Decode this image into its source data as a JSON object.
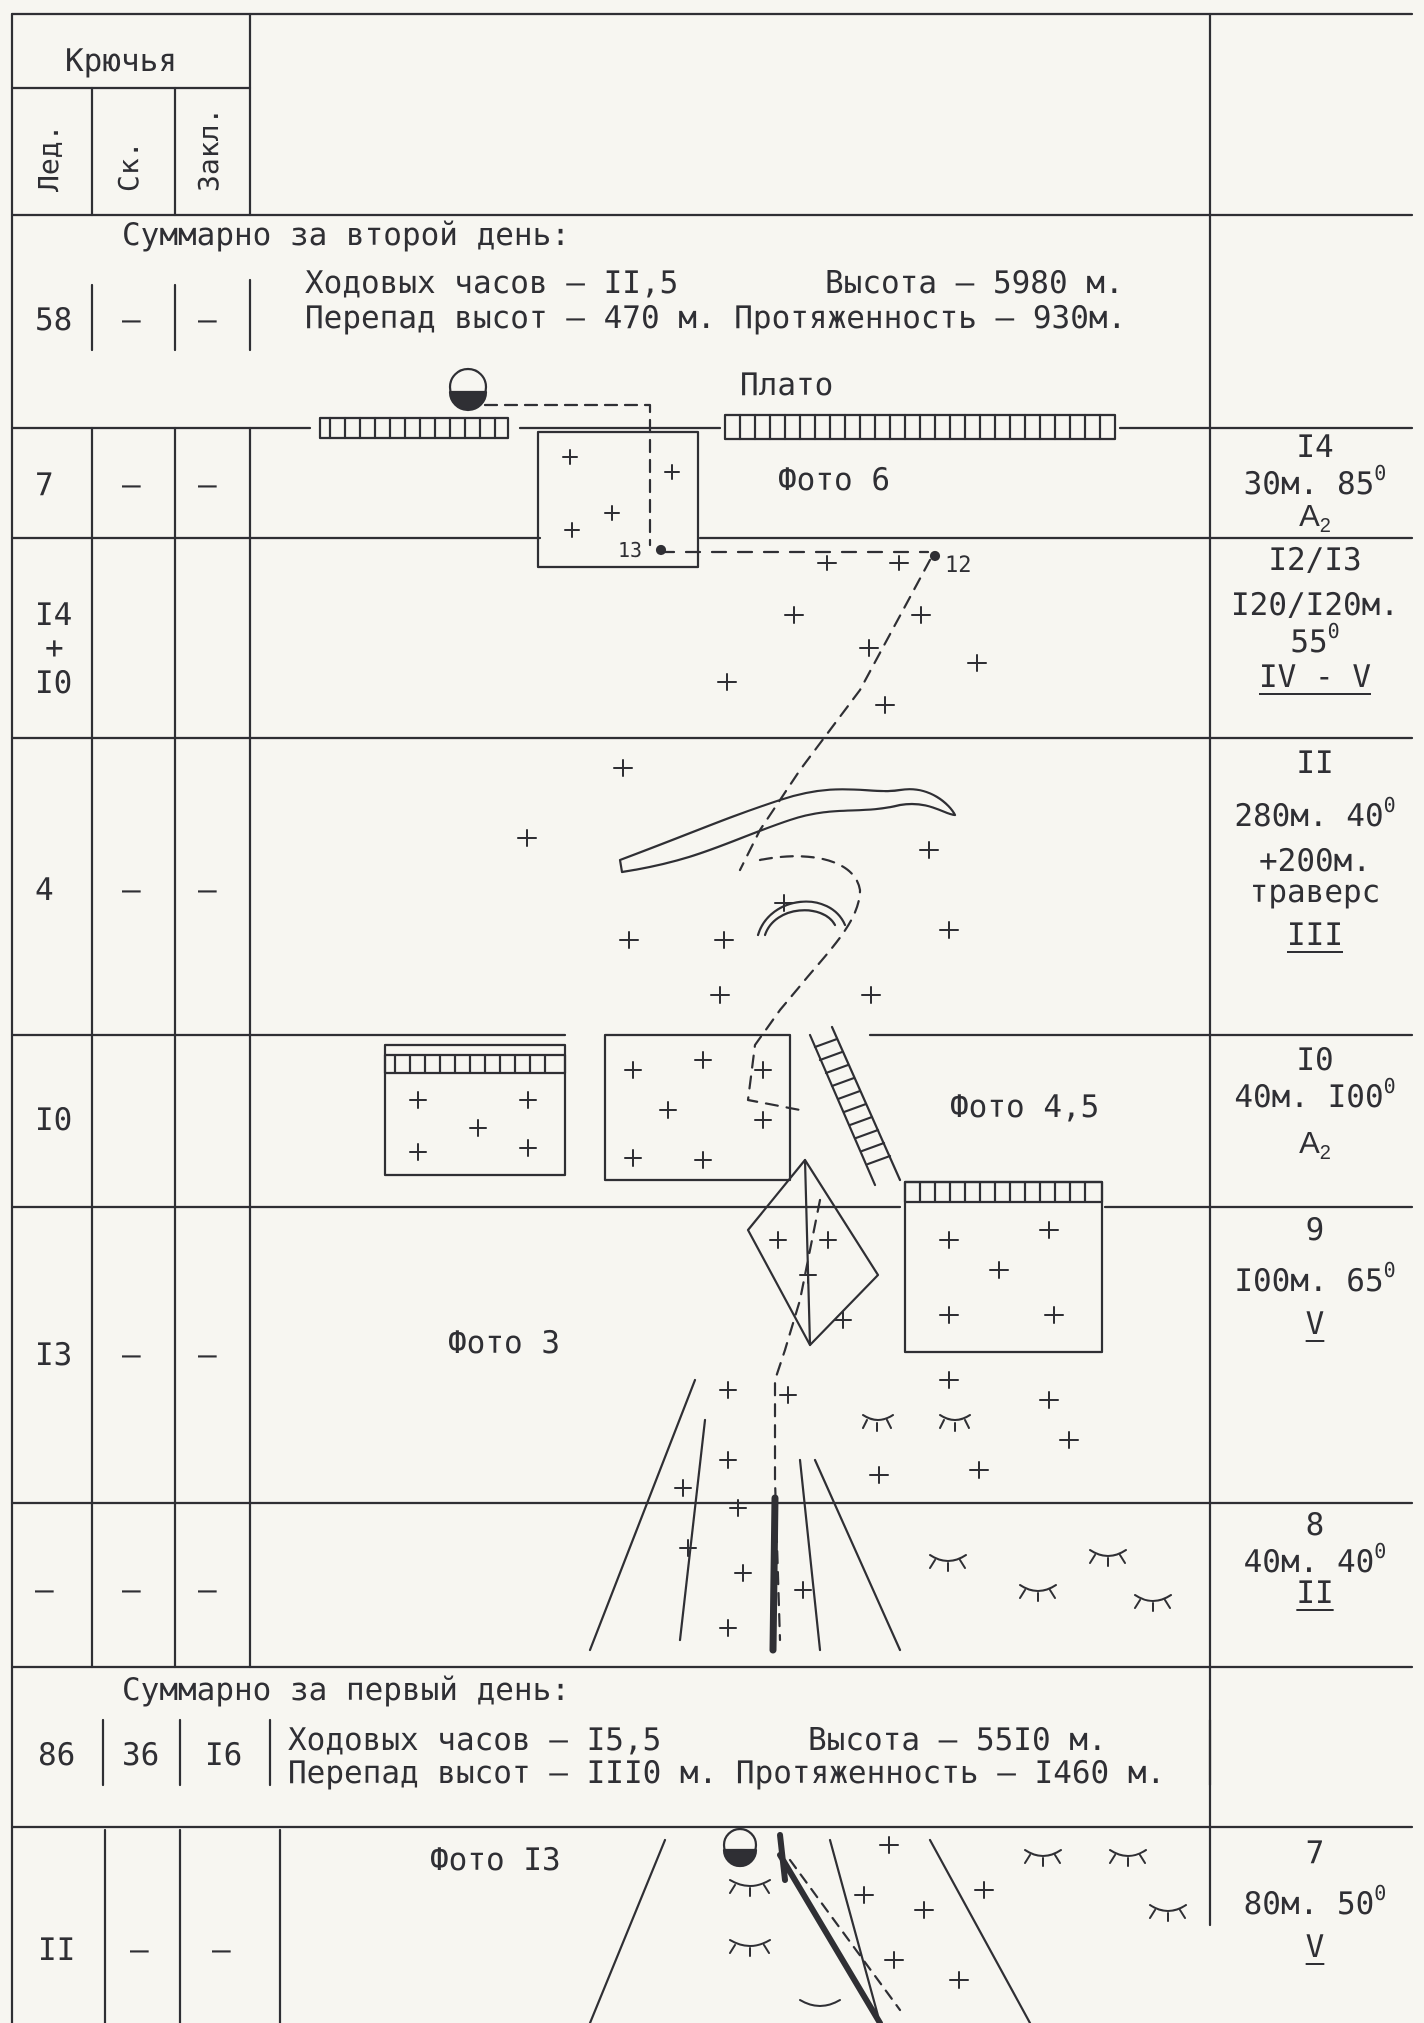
{
  "header": {
    "group": "Крючья",
    "col_ice": "Лед.",
    "col_rock": "Ск.",
    "col_bolt": "Закл."
  },
  "day2": {
    "title": "Суммарно за второй день:",
    "ice": "58",
    "rock": "–",
    "bolt": "–",
    "line1_hours": "Ходовых часов – II,5",
    "line1_alt": "Высота – 5980 м.",
    "line2": "Перепад высот – 470 м. Протяженность – 930м."
  },
  "diagram": {
    "plateau": "Плато",
    "photo6": "Фото 6",
    "photo45": "Фото 4,5",
    "photo3": "Фото 3",
    "photo13": "Фото I3",
    "point13": "13",
    "point12": "12"
  },
  "rows": [
    {
      "ice": "7",
      "rock": "–",
      "bolt": "–",
      "seg": "I4",
      "len": "30м. 85",
      "deg": "0",
      "cat": "A",
      "cat_sub": "2"
    },
    {
      "ice_a": "I4",
      "ice_b": "+",
      "ice_c": "I0",
      "rock": "",
      "bolt": "",
      "seg": "I2/I3",
      "len": "I20/I20м.",
      "angle": "55",
      "deg": "0",
      "cat": "IV - V"
    },
    {
      "ice": "4",
      "rock": "–",
      "bolt": "–",
      "seg": "II",
      "len": "280м. 40",
      "deg": "0",
      "extra1": "+200м.",
      "extra2": "траверс",
      "cat": "III"
    },
    {
      "ice": "I0",
      "rock": "",
      "bolt": "",
      "seg": "I0",
      "len": "40м. I00",
      "deg": "0",
      "cat": "A",
      "cat_sub": "2"
    },
    {
      "ice": "I3",
      "rock": "–",
      "bolt": "–",
      "seg": "9",
      "len": "I00м. 65",
      "deg": "0",
      "cat": "V"
    },
    {
      "ice": "–",
      "rock": "–",
      "bolt": "–",
      "seg": "8",
      "len": "40м. 40",
      "deg": "0",
      "cat": "II"
    }
  ],
  "day1": {
    "title": "Суммарно за первый день:",
    "ice": "86",
    "rock": "36",
    "bolt": "I6",
    "line1_hours": "Ходовых часов – I5,5",
    "line1_alt": "Высота – 55I0 м.",
    "line2": "Перепад высот – III0 м. Протяженность – I460 м."
  },
  "last_row": {
    "ice": "II",
    "rock": "–",
    "bolt": "–",
    "seg": "7",
    "len": "80м. 50",
    "deg": "0",
    "cat": "V"
  }
}
